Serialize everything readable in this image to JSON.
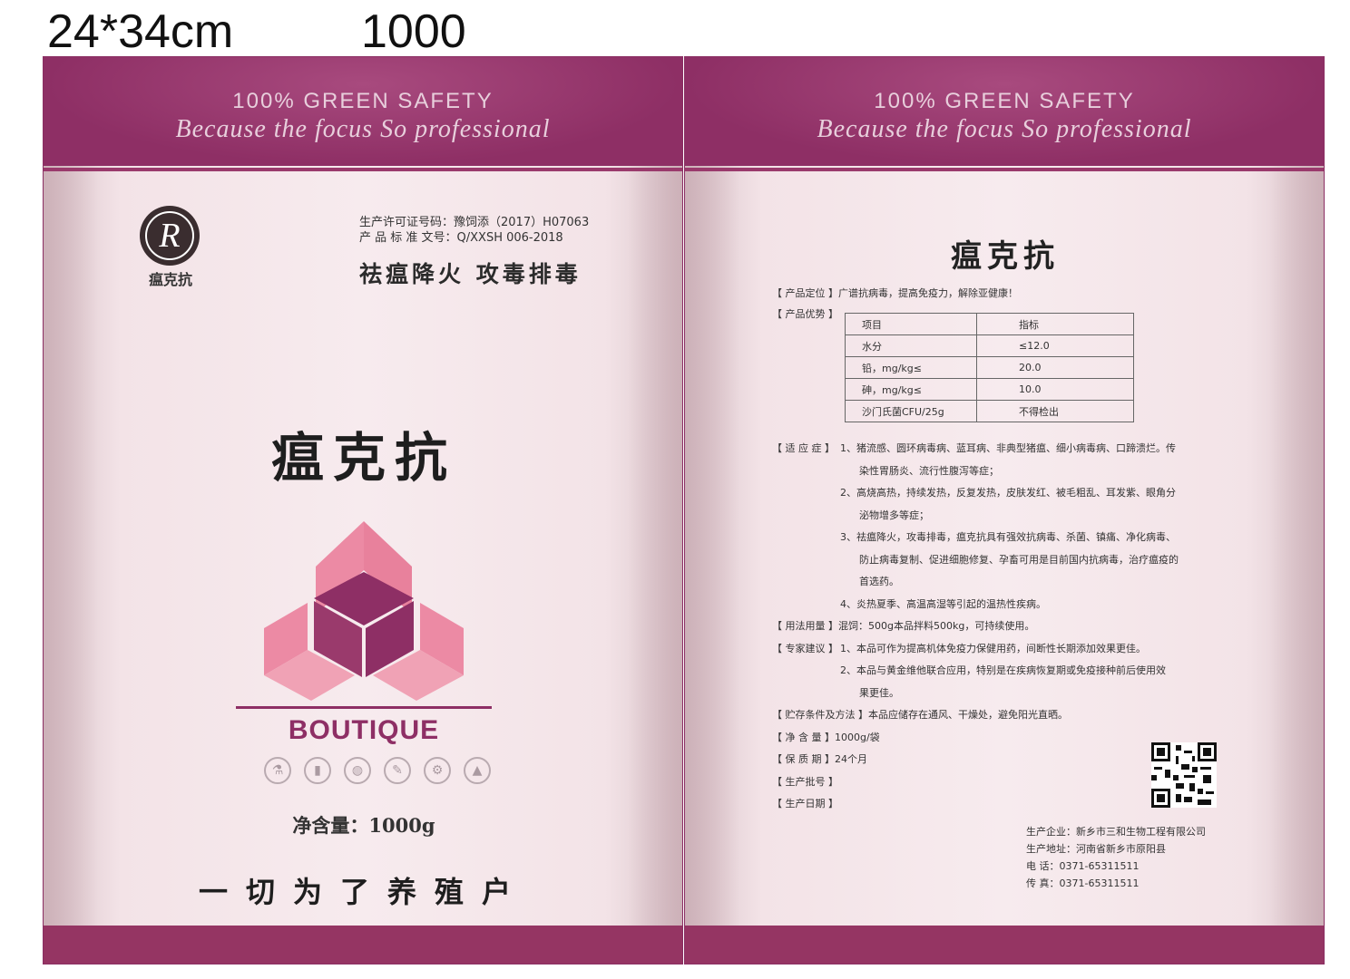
{
  "header": {
    "size": "24*34cm",
    "quantity": "1000"
  },
  "band": {
    "slogan": "100%  GREEN SAFETY",
    "script": "Because the focus   So professional"
  },
  "left": {
    "logo_letter": "R",
    "logo_name": "瘟克抗",
    "license_line": "生产许可证号码：豫饲添（2017）H07063",
    "standard_line": "产 品 标 准 文号：Q/XXSH 006-2018",
    "slogan": "祛瘟降火  攻毒排毒",
    "title": "瘟克抗",
    "brand": "BOUTIQUE",
    "net_weight": "净含量：1000g",
    "motto": "一切为了养殖户"
  },
  "right": {
    "title": "瘟克抗",
    "positioning_label": "【 产品定位 】",
    "positioning": "广谱抗病毒，提高免疫力，解除亚健康！",
    "advantage_label": "【 产品优势 】",
    "spec_table": {
      "headers": [
        "项目",
        "指标"
      ],
      "rows": [
        [
          "水分",
          "≤12.0"
        ],
        [
          "铅，mg/kg≤",
          "20.0"
        ],
        [
          "砷，mg/kg≤",
          "10.0"
        ],
        [
          "沙门氏菌CFU/25g",
          "不得检出"
        ]
      ]
    },
    "indication_label": "【 适  应  症 】",
    "indications": [
      "1、猪流感、圆环病毒病、蓝耳病、非典型猪瘟、细小病毒病、口蹄溃烂。传",
      "染性胃肠炎、流行性腹泻等症；",
      "2、高烧高热，持续发热，反复发热，皮肤发红、被毛粗乱、耳发紫、眼角分",
      "泌物增多等症；",
      "3、祛瘟降火，攻毒排毒，瘟克抗具有强效抗病毒、杀菌、镇痛、净化病毒、",
      "防止病毒复制、促进细胞修复、孕畜可用是目前国内抗病毒，治疗瘟疫的",
      "首选药。",
      "4、炎热夏季、高温高湿等引起的温热性疾病。"
    ],
    "usage_label": "【 用法用量 】",
    "usage": "混饲：500g本品拌料500kg，可持续使用。",
    "advice_label": "【 专家建议 】",
    "advice": [
      "1、本品可作为提高机体免疫力保健用药，间断性长期添加效果更佳。",
      "2、本品与黄金维他联合应用，特别是在疾病恢复期或免疫接种前后使用效",
      "果更佳。"
    ],
    "storage_label": "【 贮存条件及方法 】",
    "storage": "本品应储存在通风、干燥处，避免阳光直晒。",
    "net_label": "【 净  含  量 】",
    "net": "1000g/袋",
    "shelf_label": "【 保  质  期 】",
    "shelf": "24个月",
    "batch_label": "【 生产批号 】",
    "date_label": "【 生产日期 】",
    "company": "生产企业：新乡市三和生物工程有限公司",
    "address": "生产地址：河南省新乡市原阳县",
    "phone": "电       话：0371-65311511",
    "fax": "传       真：0371-65311511"
  },
  "colors": {
    "band": "#8e2f65",
    "panel": "#f5e6ea",
    "emblem_light": "#ec8aa4",
    "emblem_dark": "#8e2f65"
  }
}
